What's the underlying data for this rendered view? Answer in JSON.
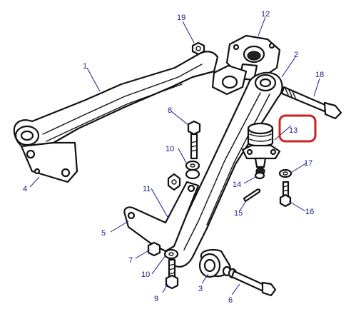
{
  "colors": {
    "line": "#111111",
    "callout": "#1a1a8c",
    "highlight": "#cc2222",
    "background": "#ffffff"
  },
  "callouts": {
    "c1": "1",
    "c2": "2",
    "c3": "3",
    "c4": "4",
    "c5": "5",
    "c6": "6",
    "c7": "7",
    "c8": "8",
    "c9": "9",
    "c10a": "10",
    "c10b": "10",
    "c11": "11",
    "c12": "12",
    "c13": "13",
    "c14": "14",
    "c15": "15",
    "c16": "16",
    "c17": "17",
    "c18": "18",
    "c19": "19"
  },
  "highlighted_callout": "13"
}
